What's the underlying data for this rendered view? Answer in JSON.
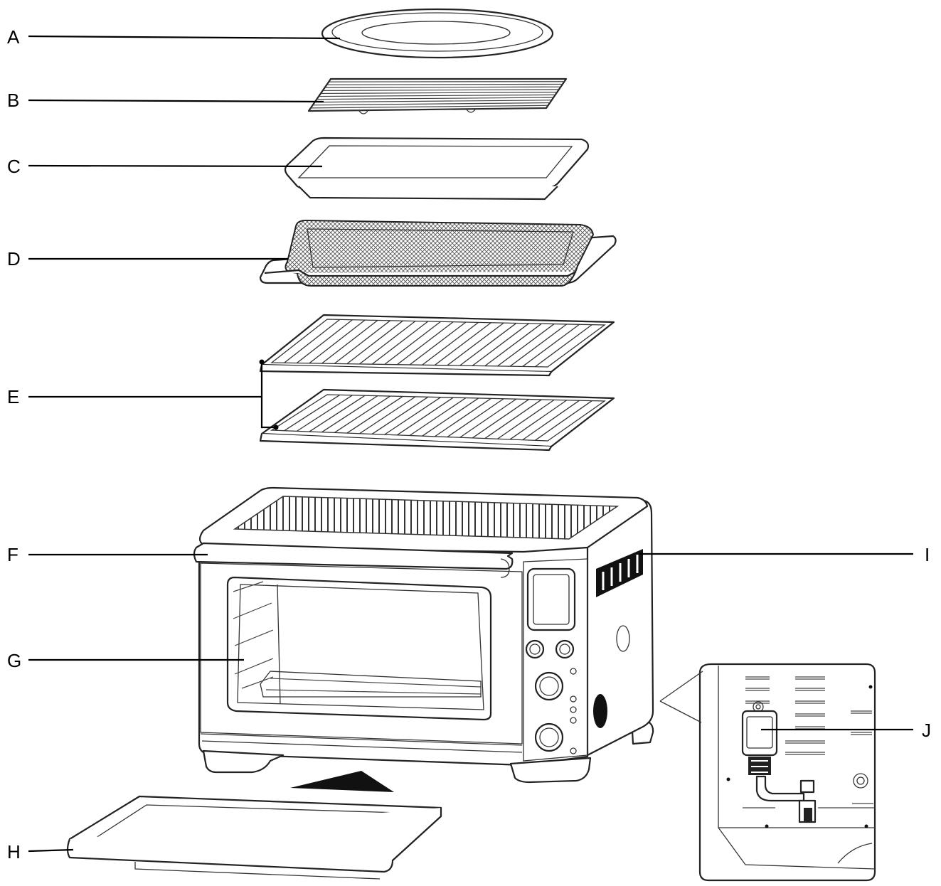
{
  "labels": {
    "a": "A",
    "b": "B",
    "c": "C",
    "d": "D",
    "e": "E",
    "f": "F",
    "g": "G",
    "h": "H",
    "i": "I",
    "j": "J"
  },
  "colors": {
    "line": "#000000",
    "outline": "#222222",
    "background": "#ffffff"
  }
}
